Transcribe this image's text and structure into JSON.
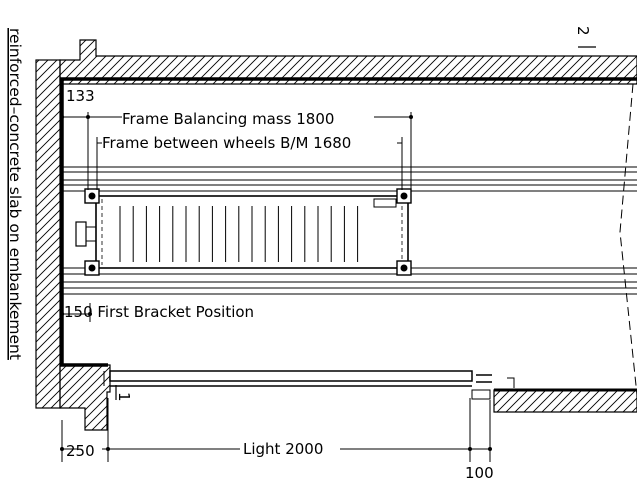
{
  "drawing": {
    "side_label": "reinforced–concrete slab on embankement",
    "marker_top": "2",
    "marker_bottom": "1",
    "dimensions": {
      "d133": "133",
      "balancing": "Frame Balancing mass 1800",
      "between_wheels": "Frame between wheels B/M 1680",
      "bracket": "150 First Bracket Position",
      "d250": "250",
      "light": "Light 2000",
      "d100": "100"
    }
  }
}
